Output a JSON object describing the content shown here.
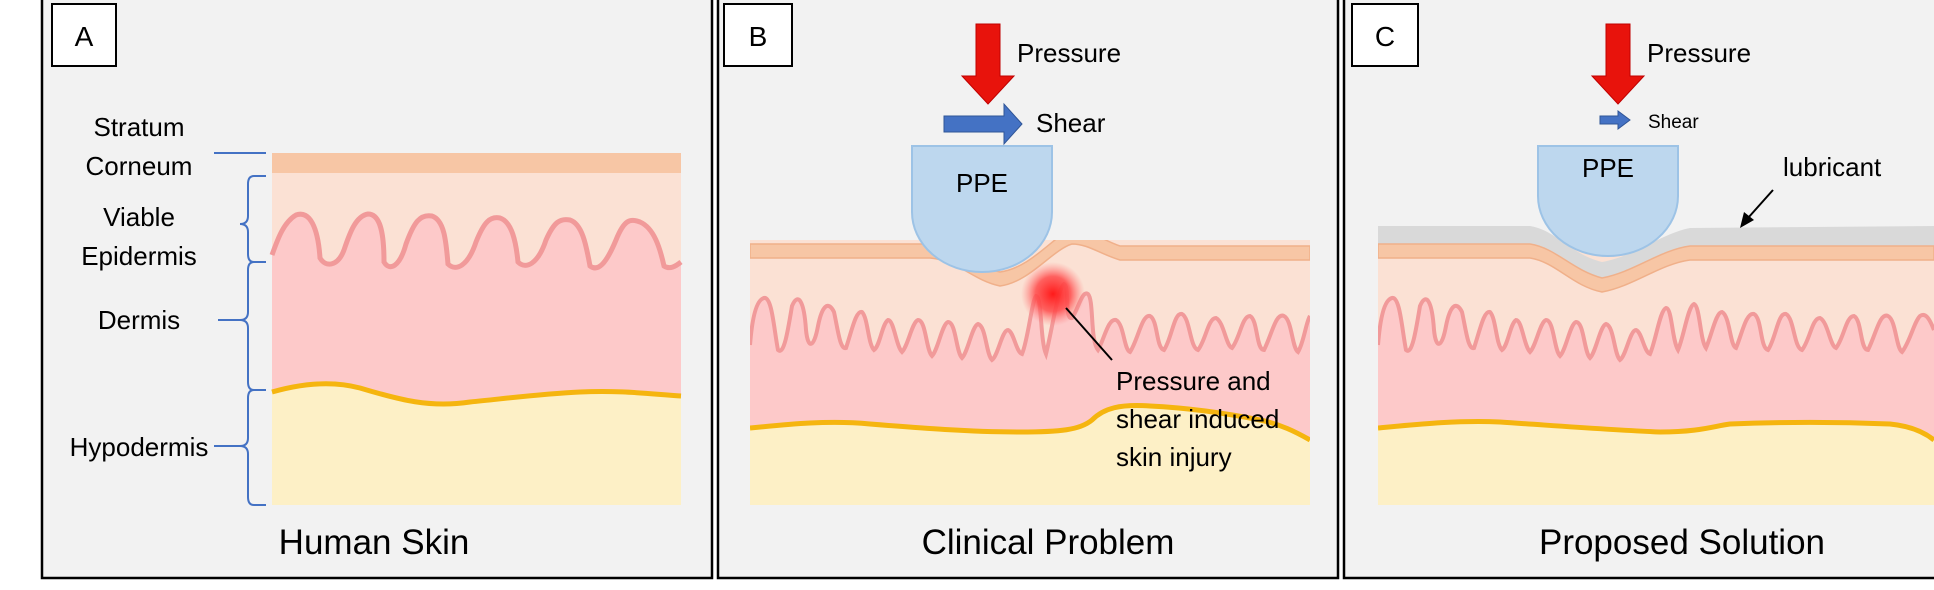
{
  "panels": [
    {
      "letter": "A",
      "title": "Human Skin",
      "layers": {
        "stratum_corneum_1": "Stratum",
        "stratum_corneum_2": "Corneum",
        "viable_epidermis_1": "Viable",
        "viable_epidermis_2": "Epidermis",
        "dermis": "Dermis",
        "hypodermis": "Hypodermis"
      }
    },
    {
      "letter": "B",
      "title": "Clinical Problem",
      "pressure": "Pressure",
      "shear": "Shear",
      "ppe": "PPE",
      "injury_1": "Pressure and",
      "injury_2": "shear induced",
      "injury_3": "skin injury"
    },
    {
      "letter": "C",
      "title": "Proposed Solution",
      "pressure": "Pressure",
      "shear": "Shear",
      "ppe": "PPE",
      "lubricant": "lubricant"
    }
  ],
  "colors": {
    "panel_bg": "#f2f2f2",
    "stratum_corneum": "#f7c6a5",
    "viable_epidermis": "#fbe1d4",
    "dermis": "#fdc9c9",
    "dermal_papillae": "#f19a9a",
    "hypodermis": "#fdf0c6",
    "hypodermis_border": "#f5b50f",
    "ppe": "#bdd7ee",
    "pressure_arrow": "#e8130c",
    "shear_arrow": "#4472c4",
    "bracket": "#4472c4",
    "injury": "#ff2424",
    "lubricant": "#d9d9d9"
  }
}
